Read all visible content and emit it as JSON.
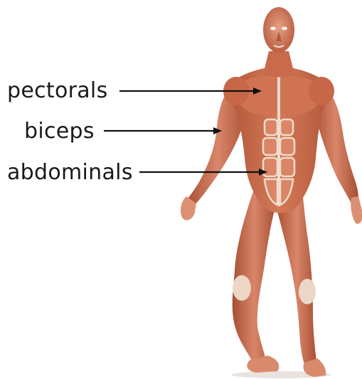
{
  "labels": {
    "pectorals": "pectorals",
    "biceps": "biceps",
    "abdominals": "abdominals"
  },
  "colors": {
    "muscle": "#c9694a",
    "muscle_dark": "#a24a30",
    "muscle_light": "#e79e7e",
    "tendon": "#f2e2d6",
    "text": "#1a1a1a",
    "arrow": "#111111"
  },
  "figure": {
    "icon": "anatomical-muscle-figure"
  }
}
